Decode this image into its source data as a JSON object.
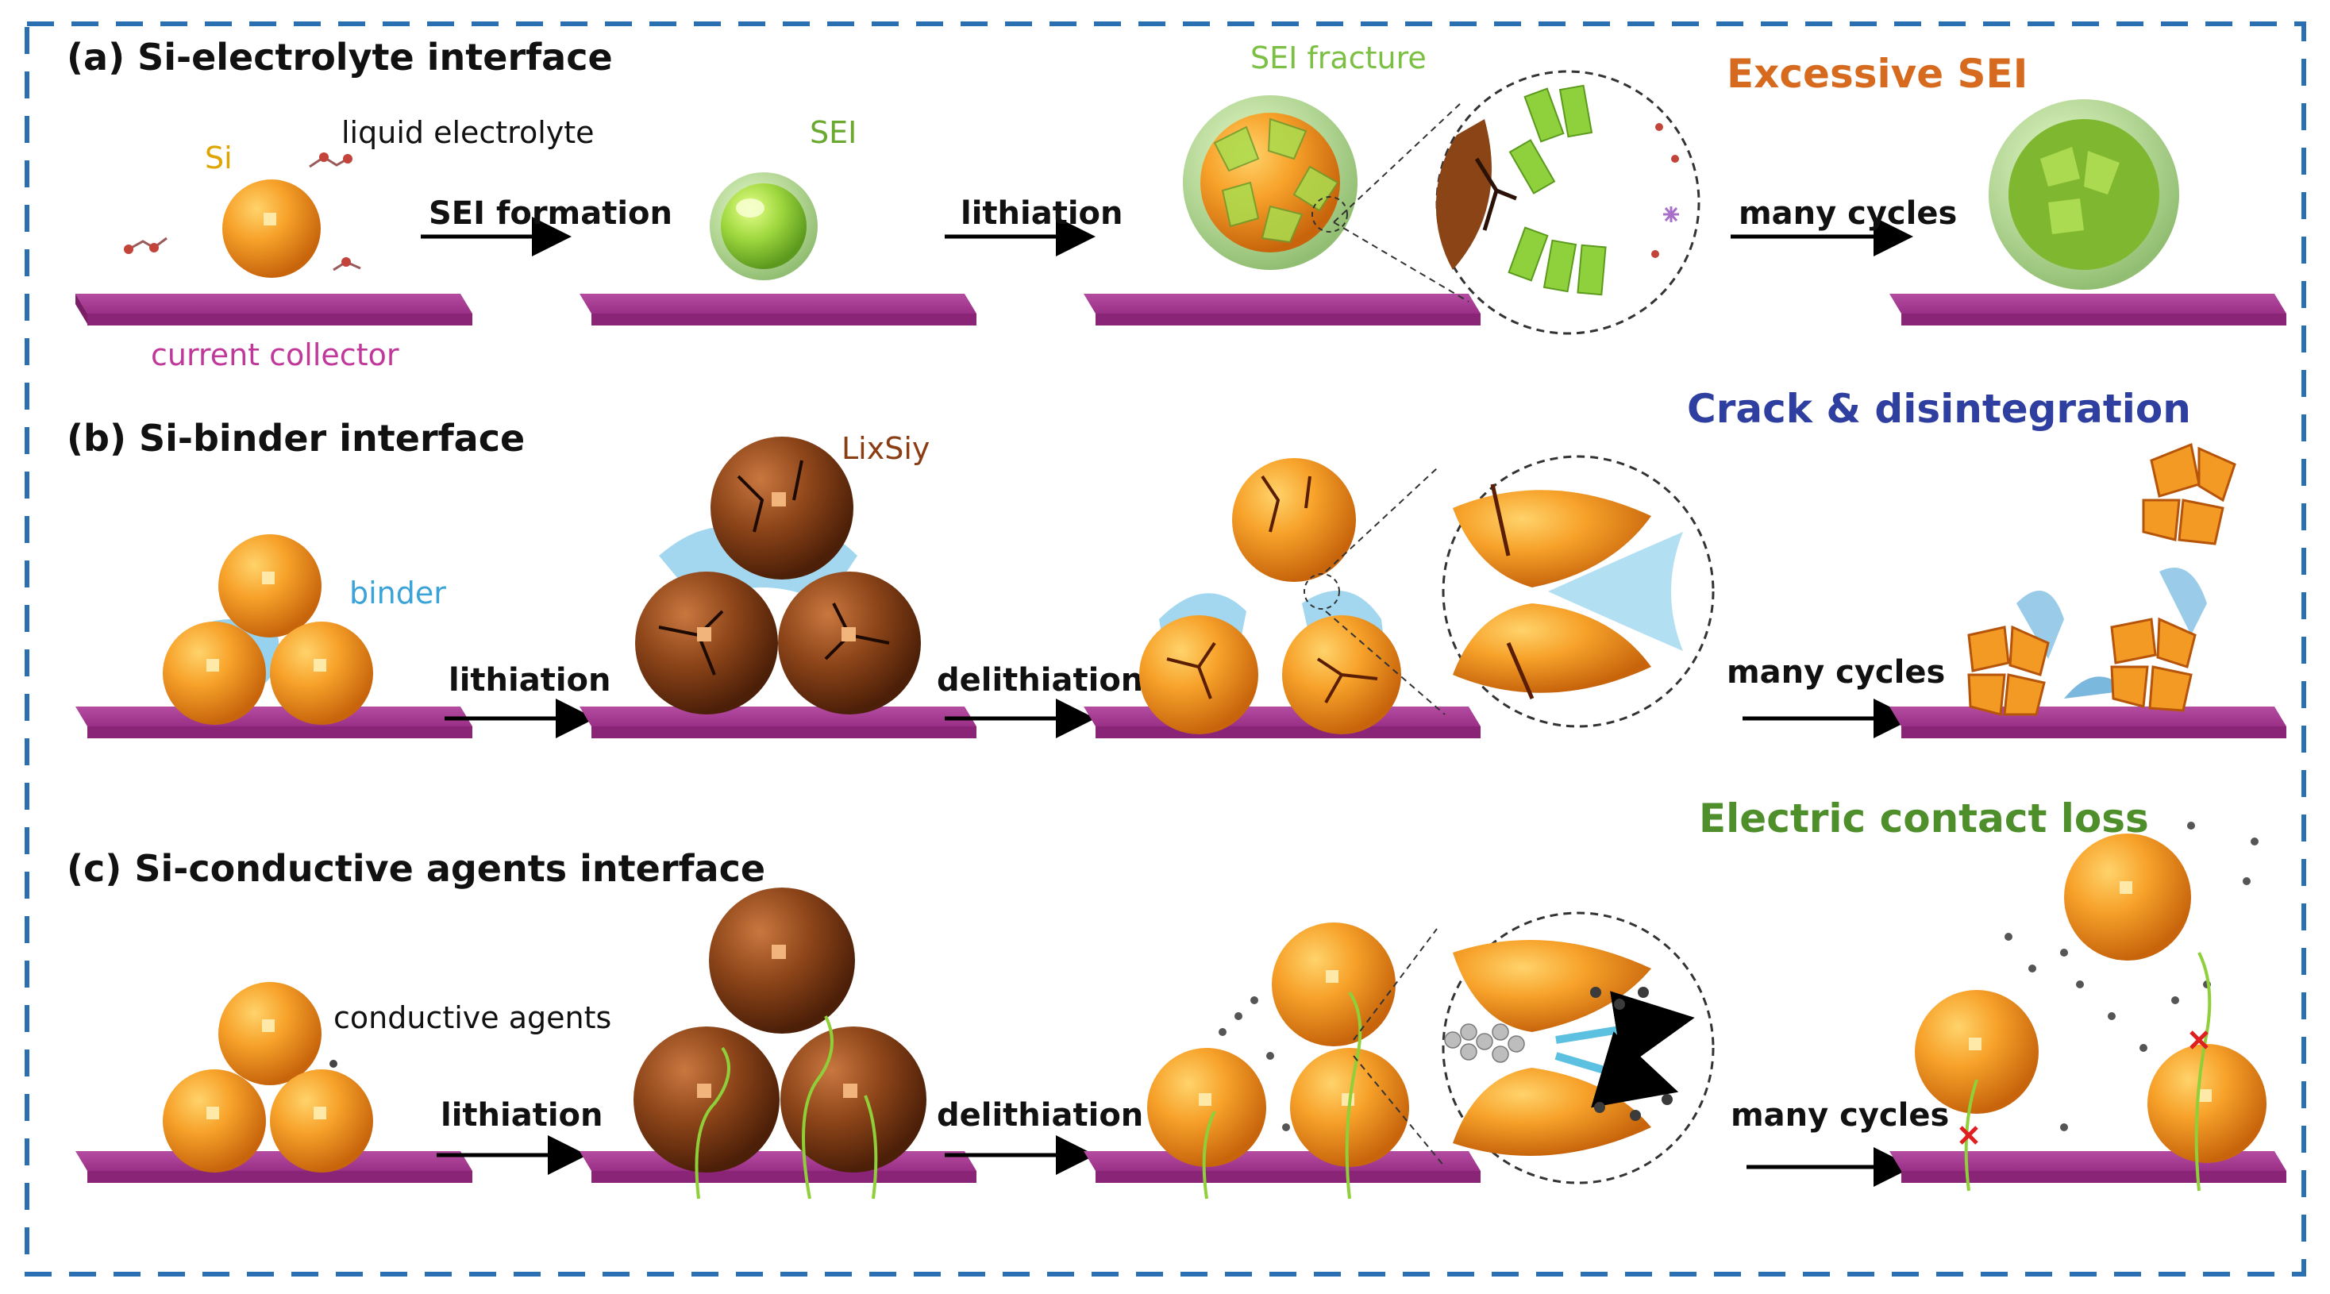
{
  "colors": {
    "frame": "#2b6fb3",
    "collector_top": "#b0409a",
    "collector_front": "#8a2477",
    "silicon": "#f29a1a",
    "lithiated": "#7c3a17",
    "sei": "#8fd13a",
    "binder": "#7cc6e8",
    "excessive_sei": "#d66a1f",
    "crack": "#2f3fa0",
    "contact_loss": "#4e8f2b",
    "label_current_collector": "#c0399a",
    "label_si": "#e0a400",
    "label_sei": "#6aa82f",
    "label_binder": "#3aa3d8"
  },
  "sections": {
    "a": {
      "title": "(a) Si-electrolyte interface",
      "labels": {
        "si": "Si",
        "liquid_electrolyte": "liquid electrolyte",
        "current_collector": "current collector",
        "sei": "SEI",
        "sei_fracture": "SEI fracture"
      },
      "arrows": [
        "SEI formation",
        "lithiation",
        "many cycles"
      ],
      "result": "Excessive SEI"
    },
    "b": {
      "title": "(b) Si-binder interface",
      "labels": {
        "binder": "binder",
        "lixsiy": "LixSiy"
      },
      "arrows": [
        "lithiation",
        "delithiation",
        "many cycles"
      ],
      "result": "Crack & disintegration"
    },
    "c": {
      "title": "(c) Si-conductive agents interface",
      "labels": {
        "conductive_agents": "conductive agents"
      },
      "arrows": [
        "lithiation",
        "delithiation",
        "many cycles"
      ],
      "result": "Electric contact loss"
    }
  }
}
